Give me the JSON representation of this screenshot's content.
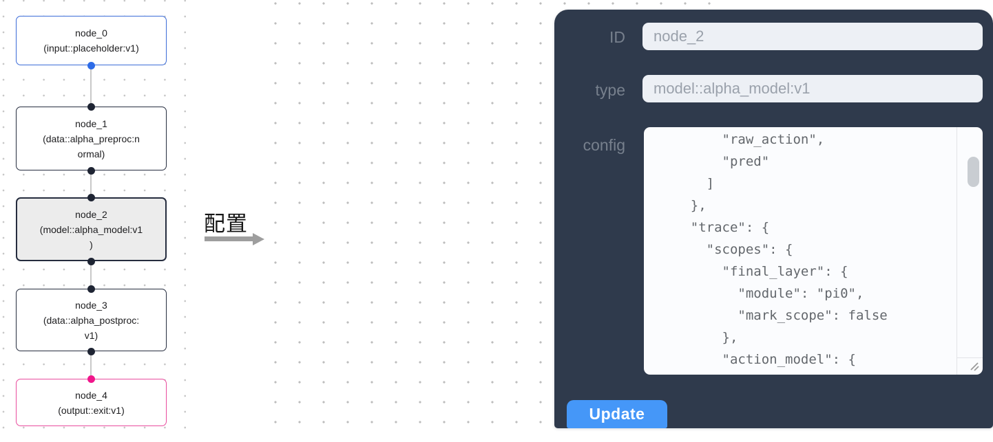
{
  "flow": {
    "nodes": [
      {
        "id": "node_0",
        "label": "node_0\n(input::placeholder:v1)",
        "kind": "input"
      },
      {
        "id": "node_1",
        "label": "node_1\n(data::alpha_preproc:n\normal)",
        "kind": "data"
      },
      {
        "id": "node_2",
        "label": "node_2\n(model::alpha_model:v1\n)",
        "kind": "model",
        "selected": true
      },
      {
        "id": "node_3",
        "label": "node_3\n(data::alpha_postproc:\nv1)",
        "kind": "data"
      },
      {
        "id": "node_4",
        "label": "node_4\n(output::exit:v1)",
        "kind": "output"
      }
    ]
  },
  "annotation": {
    "label": "配置"
  },
  "panel": {
    "id_label": "ID",
    "id_value": "node_2",
    "type_label": "type",
    "type_value": "model::alpha_model:v1",
    "config_label": "config",
    "config_value": "        \"raw_action\",\n        \"pred\"\n      ]\n    },\n    \"trace\": {\n      \"scopes\": {\n        \"final_layer\": {\n          \"module\": \"pi0\",\n          \"mark_scope\": false\n        },\n        \"action_model\": {",
    "update_label": "Update"
  },
  "colors": {
    "node_input_border": "#3a6bd8",
    "node_default_border": "#252c3e",
    "node_output_border": "#e94b9d",
    "node_selected_bg": "#ececec",
    "handle_input": "#2c6be8",
    "handle_default": "#1e2433",
    "handle_output": "#f0168b",
    "panel_bg": "#2f3a4c",
    "field_bg": "#edf0f5",
    "button_bg": "#4597f8",
    "arrow": "#9e9e9e"
  }
}
